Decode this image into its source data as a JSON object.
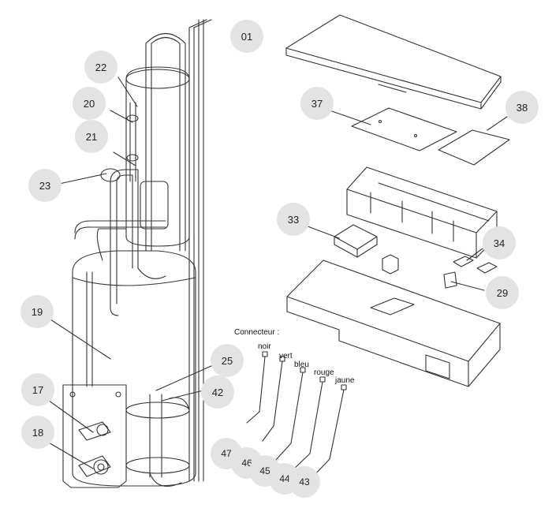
{
  "callouts": {
    "c01": "01",
    "c17": "17",
    "c18": "18",
    "c19": "19",
    "c20": "20",
    "c21": "21",
    "c22": "22",
    "c23": "23",
    "c25": "25",
    "c29": "29",
    "c33": "33",
    "c34": "34",
    "c37": "37",
    "c38": "38",
    "c42": "42",
    "c43": "43",
    "c44": "44",
    "c45": "45",
    "c46": "46",
    "c47": "47"
  },
  "connector": {
    "title": "Connecteur :",
    "noir": "noir",
    "vert": "vert",
    "bleu": "bleu",
    "rouge": "rouge",
    "jaune": "jaune"
  }
}
